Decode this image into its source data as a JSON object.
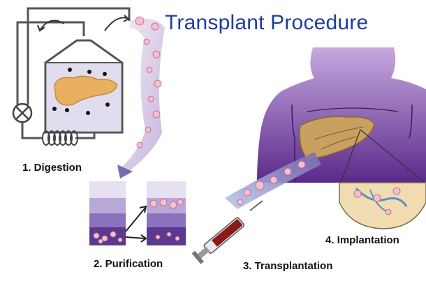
{
  "title": "Transplant Procedure",
  "steps": [
    {
      "label": "1. Digestion"
    },
    {
      "label": "2. Purification"
    },
    {
      "label": "3. Transplantation"
    },
    {
      "label": "4. Implantation"
    }
  ],
  "colors": {
    "title": "#1f3f9a",
    "body": "#5a2a8a",
    "pancreas": "#e8b060",
    "liver": "#c8a060",
    "gradient": "#6a4aa0",
    "syringe": "#8a1a1a"
  }
}
